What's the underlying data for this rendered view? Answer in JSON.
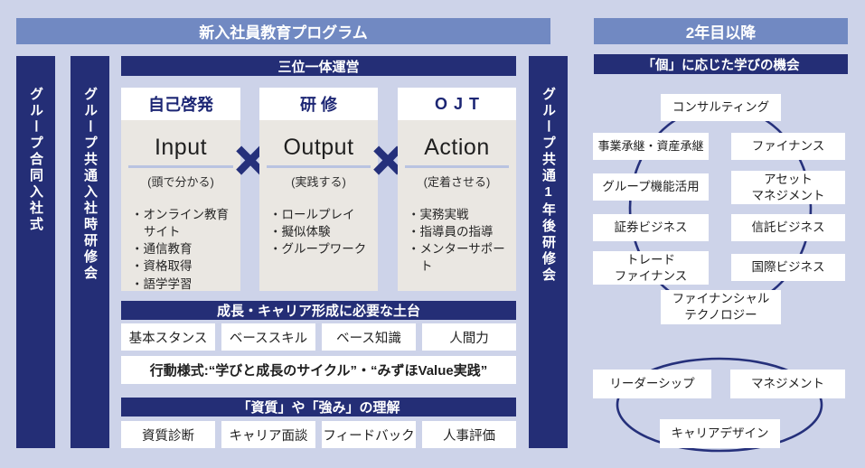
{
  "palette": {
    "background": "#cdd3e9",
    "band_blue": "#7189c2",
    "navy": "#242e76",
    "column_gray": "#eae7e2",
    "accent_navy": "#25307b",
    "underline_blue": "#b9c3e1"
  },
  "program": {
    "title": "新入社員教育プログラム",
    "side_bars": {
      "joint_ceremony": "グループ合同入社式",
      "entry_training": "グループ共通入社時研修会",
      "one_year_training": "グループ共通1年後研修会"
    },
    "trinity": {
      "header": "三位一体運営",
      "multiply": "×",
      "columns": [
        {
          "tag": "自己啓発",
          "title": "Input",
          "subtitle": "(頭で分かる)",
          "items": [
            "オンライン教育サイト",
            "通信教育",
            "資格取得",
            "語学学習"
          ]
        },
        {
          "tag": "研 修",
          "title": "Output",
          "subtitle": "(実践する)",
          "items": [
            "ロールプレイ",
            "擬似体験",
            "グループワーク"
          ]
        },
        {
          "tag": "OJT",
          "title": "Action",
          "subtitle": "(定着させる)",
          "items": [
            "実務実戦",
            "指導員の指導",
            "メンターサポート"
          ]
        }
      ]
    },
    "foundation": {
      "header": "成長・キャリア形成に必要な土台",
      "boxes": [
        "基本スタンス",
        "ベーススキル",
        "ベース知識",
        "人間力"
      ],
      "behavior": "行動様式:“学びと成長のサイクル”・“みずほValue実践”"
    },
    "understanding": {
      "header": "「資質」や「強み」の理解",
      "boxes": [
        "資質診断",
        "キャリア面談",
        "フィードバック",
        "人事評価"
      ]
    }
  },
  "second_year": {
    "title": "2年目以降",
    "header": "「個」に応じた学びの機会",
    "learning_fields": [
      "コンサルティング",
      "事業承継・資産承継",
      "ファイナンス",
      "グループ機能活用",
      "アセット\nマネジメント",
      "証券ビジネス",
      "信託ビジネス",
      "トレード\nファイナンス",
      "国際ビジネス",
      "ファイナンシャル\nテクノロジー"
    ],
    "career_fields": [
      "リーダーシップ",
      "マネジメント",
      "キャリアデザイン"
    ]
  }
}
